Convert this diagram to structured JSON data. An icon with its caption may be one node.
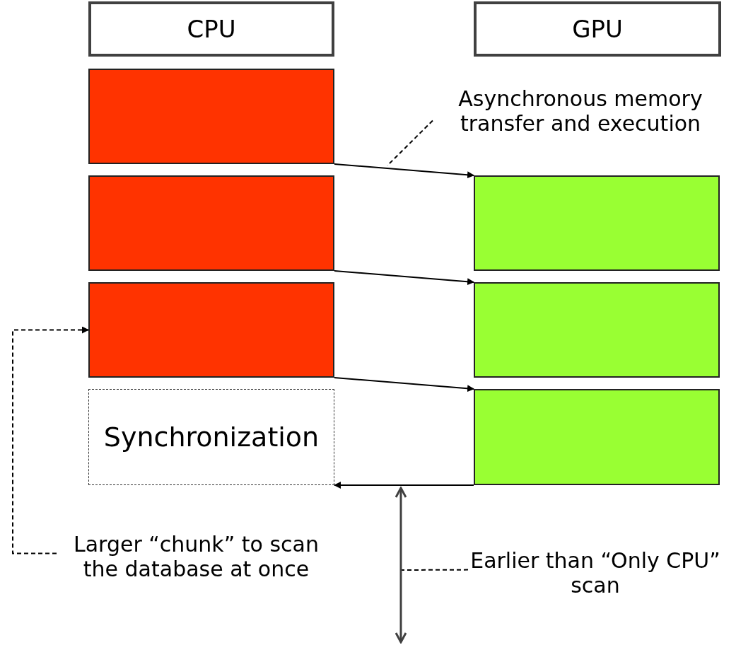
{
  "diagram": {
    "nodes": [
      {
        "text": [
          "CPU"
        ]
      },
      {
        "text": [
          "GPU"
        ]
      },
      {
        "text": [],
        "shape": "box"
      },
      {
        "text": [],
        "shape": "box"
      },
      {
        "text": [],
        "shape": "box"
      },
      {
        "text": [
          "Synchronization"
        ]
      },
      {
        "text": [],
        "shape": "box"
      },
      {
        "text": [],
        "shape": "box"
      },
      {
        "text": [],
        "shape": "box"
      },
      {
        "text": [
          "Asynchronous memory transfer and execution"
        ]
      },
      {
        "text": [
          "Larger “chunk” to scan the database at once"
        ]
      },
      {
        "text": [
          "Earlier than “Only CPU” scan"
        ]
      }
    ],
    "edges": [
      {
        "from": 2,
        "to": 6,
        "arrow": "to"
      },
      {
        "from": 3,
        "to": 7,
        "arrow": "to"
      },
      {
        "from": 4,
        "to": 8,
        "arrow": "to"
      },
      {
        "from": 8,
        "to": 5,
        "arrow": "to"
      },
      {
        "from": 10,
        "to": 4,
        "arrow": "to",
        "style": "dashed"
      },
      {
        "from": 9,
        "to": null,
        "arrow": "none",
        "style": "dashed"
      },
      {
        "from": 11,
        "to": null,
        "arrow": "none",
        "style": "dashed"
      }
    ]
  }
}
